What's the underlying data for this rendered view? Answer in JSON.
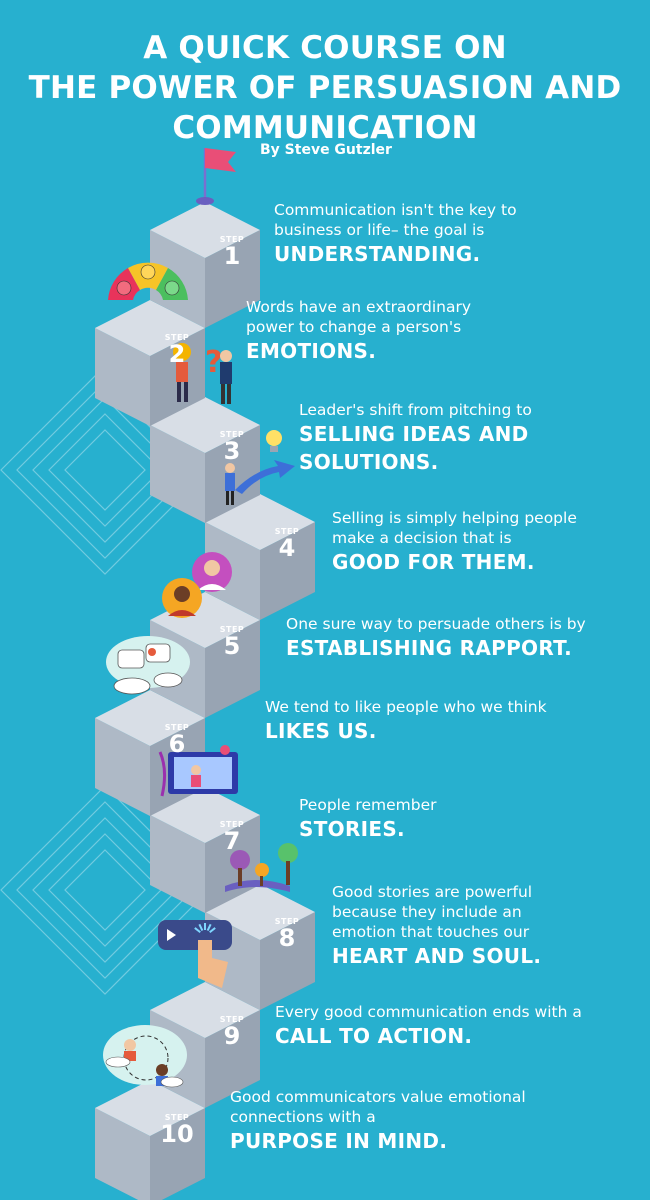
{
  "header": {
    "title_lines": [
      "A QUICK COURSE ON",
      "THE POWER OF PERSUASION AND",
      "COMMUNICATION"
    ],
    "byline": "By Steve Gutzler"
  },
  "steps": [
    {
      "label": "STEP",
      "number": "1",
      "desc": [
        "Communication isn't the key to",
        "business or life– the goal is"
      ],
      "emphasis": [
        "UNDERSTANDING."
      ],
      "icon": "flag-icon"
    },
    {
      "label": "STEP",
      "number": "2",
      "desc": [
        "Words have an extraordinary",
        "power to change a person's"
      ],
      "emphasis": [
        "EMOTIONS."
      ],
      "icon": "emotion-gauge-icon"
    },
    {
      "label": "STEP",
      "number": "3",
      "desc": [
        "Leader's  shift from pitching to"
      ],
      "emphasis": [
        "SELLING IDEAS AND",
        "SOLUTIONS."
      ],
      "icon": "people-question-icon"
    },
    {
      "label": "STEP",
      "number": "4",
      "desc": [
        "Selling is simply helping people",
        "make a decision that is"
      ],
      "emphasis": [
        "GOOD FOR THEM."
      ],
      "icon": "lightbulb-arrow-icon"
    },
    {
      "label": "STEP",
      "number": "5",
      "desc": [
        "One sure way to persuade others is by"
      ],
      "emphasis": [
        "ESTABLISHING RAPPORT."
      ],
      "icon": "avatars-icon"
    },
    {
      "label": "STEP",
      "number": "6",
      "desc": [
        "We tend to like people who we think"
      ],
      "emphasis": [
        "LIKES US."
      ],
      "icon": "chat-cloud-icon"
    },
    {
      "label": "STEP",
      "number": "7",
      "desc": [
        "People remember"
      ],
      "emphasis": [
        "STORIES."
      ],
      "icon": "video-screen-icon"
    },
    {
      "label": "STEP",
      "number": "8",
      "desc": [
        "Good stories are powerful",
        "because they include an",
        "emotion that touches our"
      ],
      "emphasis": [
        "HEART AND SOUL."
      ],
      "icon": "storybook-icon"
    },
    {
      "label": "STEP",
      "number": "9",
      "desc": [
        "Every good communication ends with a"
      ],
      "emphasis": [
        "CALL TO ACTION."
      ],
      "icon": "click-button-icon"
    },
    {
      "label": "STEP",
      "number": "10",
      "desc": [
        "Good communicators value emotional",
        "connections with a"
      ],
      "emphasis": [
        "PURPOSE IN MIND."
      ],
      "icon": "connection-people-icon"
    }
  ],
  "colors": {
    "background": "#27b0cf",
    "cube_top": "#d8dee6",
    "cube_front": "#aeb9c6",
    "cube_side": "#98a4b3",
    "text": "#ffffff"
  }
}
